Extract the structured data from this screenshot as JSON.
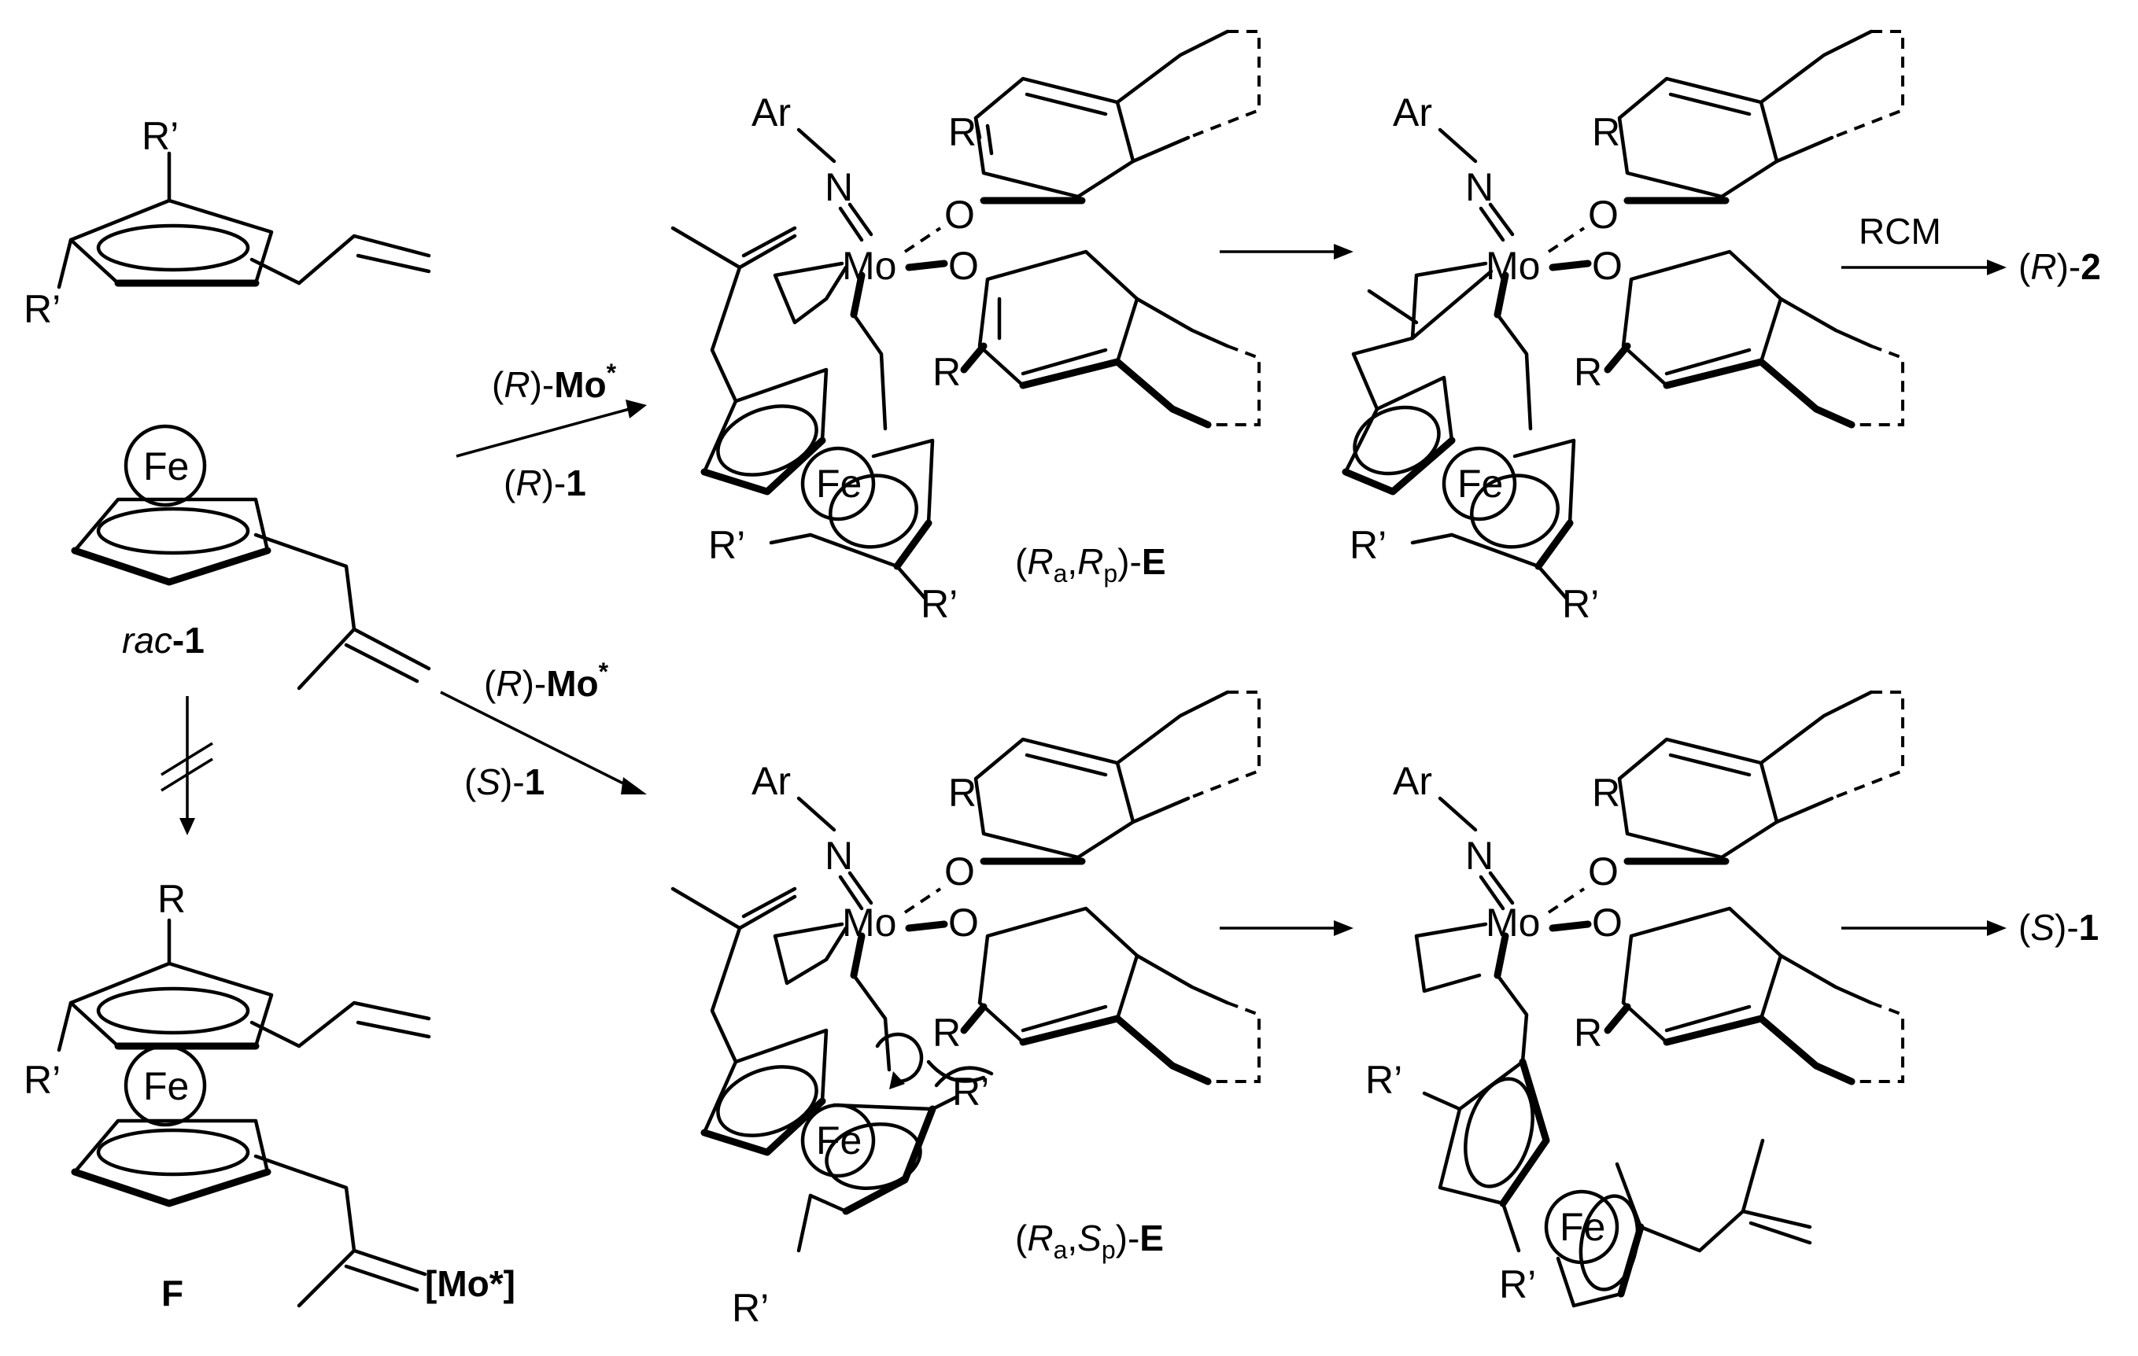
{
  "atoms": {
    "fe": "Fe",
    "mo": "Mo",
    "o": "O",
    "n": "N",
    "ar": "Ar",
    "r": "R",
    "r_prime": "R’"
  },
  "compounds": {
    "rac_prefix": "rac",
    "rac_number": "-1",
    "f_label": "F",
    "mo_complex": "[Mo*]"
  },
  "arrows": {
    "top_above_1": "(",
    "top_above_2": "R",
    "top_above_3": ")-",
    "top_above_4": "Mo",
    "top_above_5": "*",
    "top_below_1": "(",
    "top_below_2": "R",
    "top_below_3": ")-",
    "top_below_4": "1",
    "bottom_above_1": "(",
    "bottom_above_2": "R",
    "bottom_above_3": ")-",
    "bottom_above_4": "Mo",
    "bottom_above_5": "*",
    "bottom_below_1": "(",
    "bottom_below_2": "S",
    "bottom_below_3": ")-",
    "bottom_below_4": "1",
    "rcm": "RCM"
  },
  "intermediates": {
    "top_label": {
      "p1": "(",
      "r1": "R",
      "s1": "a",
      "c": ",",
      "r2": "R",
      "s2": "p",
      "p2": ")-",
      "e": "E"
    },
    "bottom_label": {
      "p1": "(",
      "r1": "R",
      "s1": "a",
      "c": ",",
      "r2": "S",
      "s2": "p",
      "p2": ")-",
      "e": "E"
    }
  },
  "products": {
    "r2": {
      "p1": "(",
      "r": "R",
      "p2": ")-",
      "n": "2"
    },
    "s1": {
      "p1": "(",
      "s": "S",
      "p2": ")-",
      "n": "1"
    }
  }
}
